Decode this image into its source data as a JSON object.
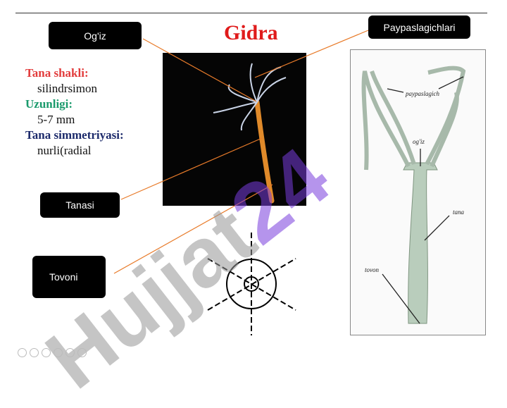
{
  "title": "Gidra",
  "labels": {
    "mouth": "Og'iz",
    "tentacles": "Paypaslagichlari",
    "body": "Tanasi",
    "foot": "Tovoni"
  },
  "info": [
    {
      "heading": "Tana shakli:",
      "value": "silindrsimon",
      "color": "#e23b3b"
    },
    {
      "heading": "Uzunligi:",
      "value": "5-7 mm",
      "color": "#1a9a6c"
    },
    {
      "heading": "Tana simmetriyasi:",
      "value": "nurli(radial",
      "color": "#1c2a6b"
    }
  ],
  "diagram_labels": {
    "tentacle": "paypaslagich",
    "mouth": "og'iz",
    "body": "tana",
    "foot": "tovon"
  },
  "colors": {
    "accent": "#e87b2a",
    "title": "#e01b1b"
  }
}
